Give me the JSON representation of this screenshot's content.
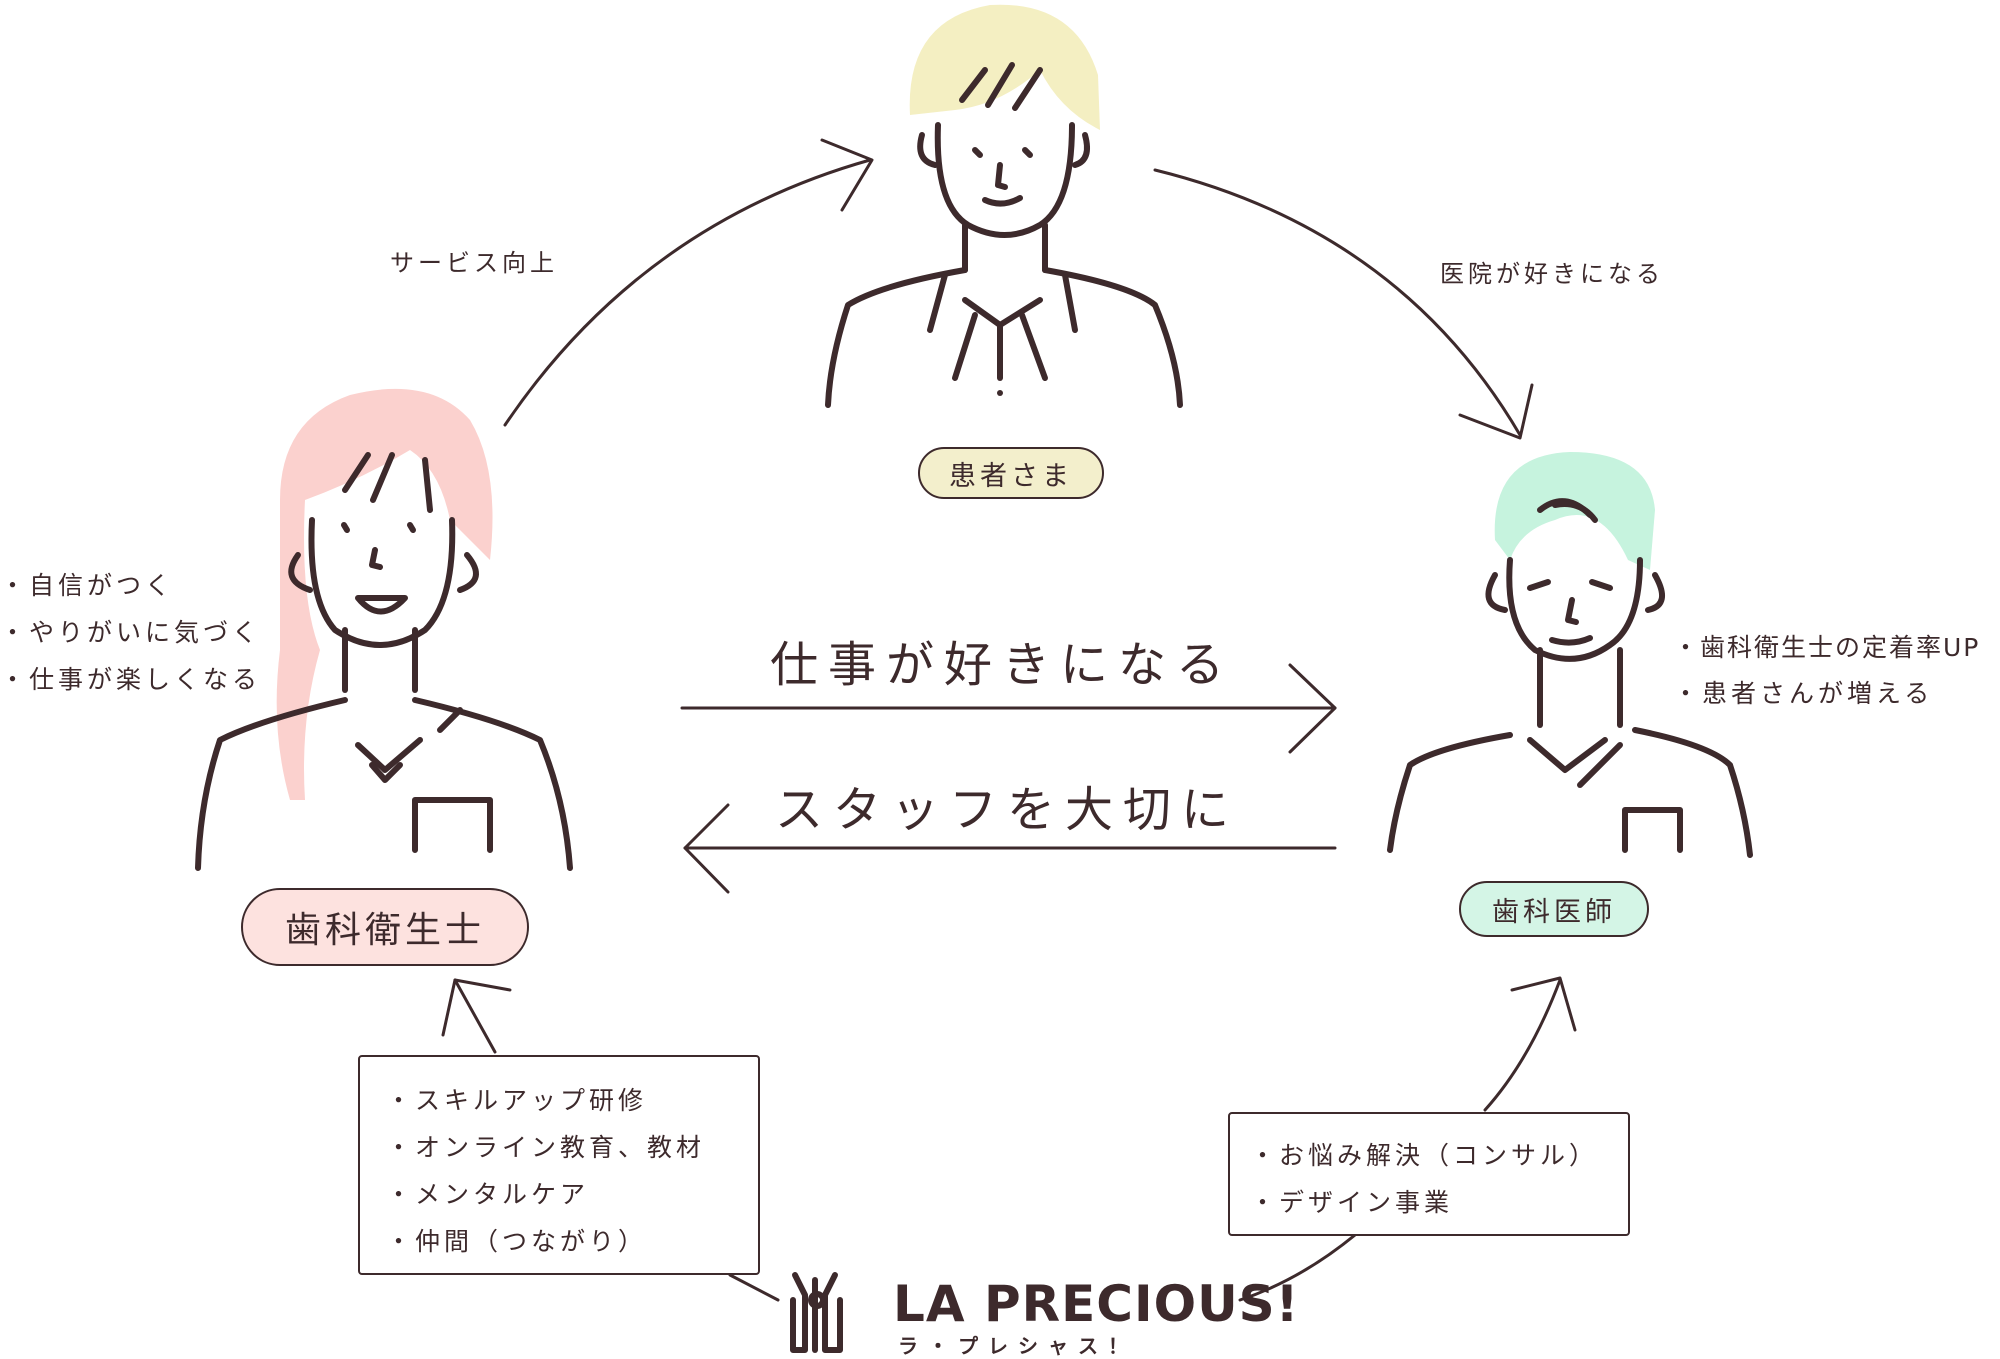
{
  "colors": {
    "ink": "#3d2a2c",
    "patient_accent": "#f3efcc",
    "hygienist_accent": "#fde2df",
    "dentist_accent": "#d4f5e6",
    "patient_hair": "#f4efc2",
    "hygienist_hair": "#fbd1ce",
    "dentist_hair": "#c6f3de"
  },
  "nodes": {
    "patient": {
      "label": "患者さま",
      "icon": "patient-person-icon"
    },
    "hygienist": {
      "label": "歯科衛生士",
      "icon": "hygienist-person-icon"
    },
    "dentist": {
      "label": "歯科医師",
      "icon": "dentist-person-icon"
    }
  },
  "cycle": {
    "service_up": "サービス向上",
    "like_clinic": "医院が好きになる",
    "like_work": "仕事が好きになる",
    "value_staff": "スタッフを大切に"
  },
  "hygienist_benefits": [
    "・自信がつく",
    "・やりがいに気づく",
    "・仕事が楽しくなる"
  ],
  "dentist_benefits": [
    "・歯科衛生士の定着率UP",
    "・患者さんが増える"
  ],
  "hygienist_support": [
    "・スキルアップ研修",
    "・オンライン教育、教材",
    "・メンタルケア",
    "・仲間（つながり）"
  ],
  "dentist_support": [
    "・お悩み解決（コンサル）",
    "・デザイン事業"
  ],
  "logo": {
    "name": "LA PRECIOUS!",
    "kana": "ラ・プレシャス！",
    "icon": "dental-tools-icon"
  }
}
